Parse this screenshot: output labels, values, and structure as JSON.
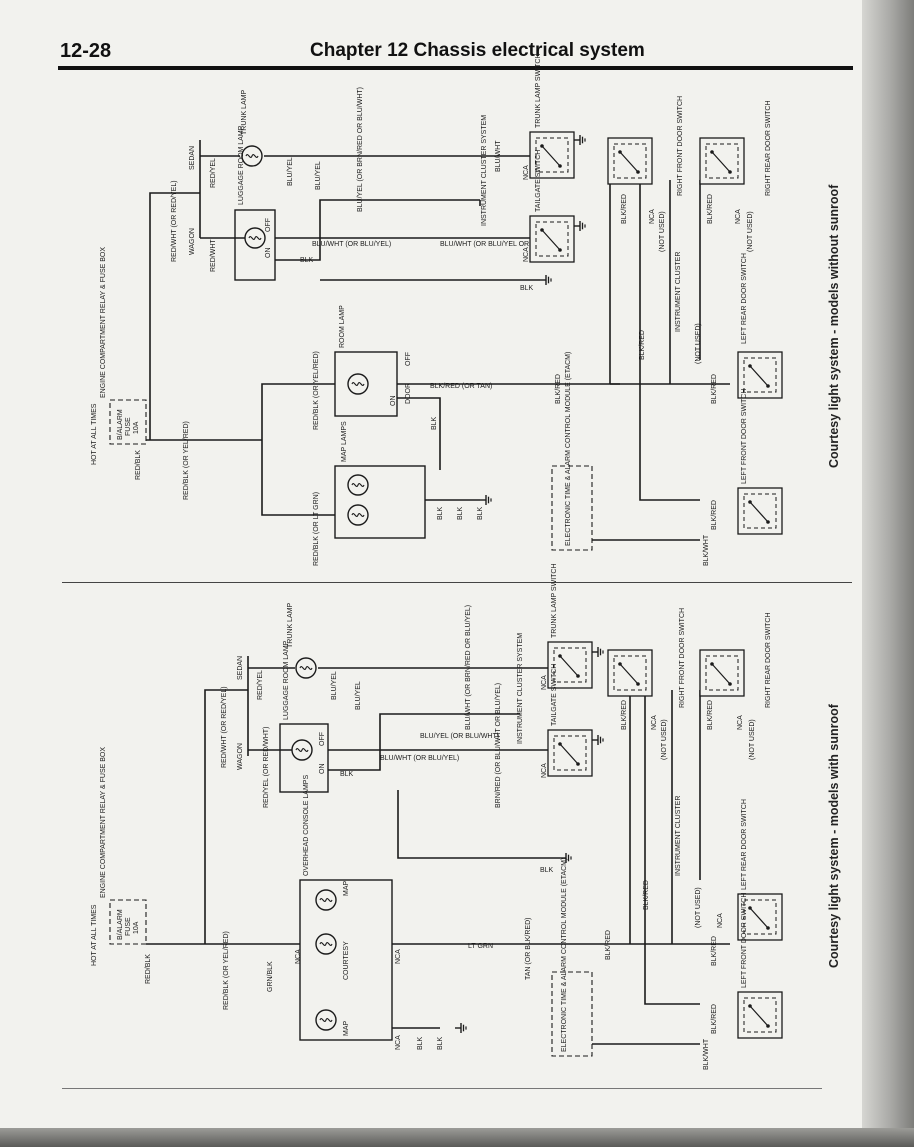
{
  "header": {
    "page_number": "12-28",
    "chapter": "Chapter 12  Chassis electrical system"
  },
  "top_diagram": {
    "caption": "Courtesy light system - models without sunroof",
    "labels": {
      "hot": "HOT AT ALL TIMES",
      "engine_box": "ENGINE COMPARTMENT RELAY & FUSE BOX",
      "b_alarm": "B/ALARM",
      "fuse": "FUSE",
      "fuse_amp": "10A",
      "red_blk": "RED/BLK",
      "red_blk_yel": "RED/BLK (OR YEL/RED)",
      "red_wht_yel": "RED/WHT (OR RED/YEL)",
      "sedan": "SEDAN",
      "wagon": "WAGON",
      "red_yel": "RED/YEL",
      "red_wht": "RED/WHT",
      "trunk_lamp": "TRUNK LAMP",
      "luggage_lamp": "LUGGAGE ROOM LAMP",
      "off": "OFF",
      "on": "ON",
      "blu_yel": "BLU/YEL",
      "blu_yel_alt": "BLU/YEL (OR BRN/RED OR BLU/WHT)",
      "blu_wht": "BLU/WHT",
      "blu_wht_alt": "BLU/WHT (OR BLU/YEL)",
      "blu_wht_alt2": "BLU/WHT (OR BLU/YEL OR BRN/RED)",
      "blk": "BLK",
      "instrument_cluster_system": "INSTRUMENT CLUSTER SYSTEM",
      "tailgate_switch": "TAILGATE SWITCH",
      "trunk_lamp_switch": "TRUNK LAMP SWITCH",
      "nca": "NCA",
      "room_lamp": "ROOM LAMP",
      "door": "DOOR",
      "red_blk_yel_red": "RED/BLK (OR YEL/RED)",
      "blk_red_tan": "BLK/RED (OR TAN)",
      "blk_red": "BLK/RED",
      "map_lamps": "MAP LAMPS",
      "red_blk_grn": "RED/BLK (OR LT GRN)",
      "etacm": "ELECTRONIC TIME & ALARM CONTROL MODULE (ETACM)",
      "blk_wht": "BLK/WHT",
      "instrument_cluster": "INSTRUMENT CLUSTER",
      "not_used": "(NOT USED)",
      "left_front": "LEFT FRONT DOOR SWITCH",
      "left_rear": "LEFT REAR DOOR SWITCH",
      "right_front": "RIGHT FRONT DOOR SWITCH",
      "right_rear": "RIGHT REAR DOOR SWITCH"
    }
  },
  "bottom_diagram": {
    "caption": "Courtesy light system - models with sunroof",
    "labels": {
      "hot": "HOT AT ALL TIMES",
      "engine_box": "ENGINE COMPARTMENT RELAY & FUSE BOX",
      "b_alarm": "B/ALARM",
      "fuse": "FUSE",
      "fuse_amp": "10A",
      "red_blk": "RED/BLK",
      "red_blk_yel": "RED/BLK (OR YEL/RED)",
      "grn_blk": "GRN/BLK",
      "red_yel_alt": "RED/YEL (OR RED/WHT)",
      "red_wht_yel": "RED/WHT (OR RED/YEL)",
      "sedan": "SEDAN",
      "wagon": "WAGON",
      "red_yel": "RED/YEL",
      "trunk_lamp": "TRUNK LAMP",
      "luggage_lamp": "LUGGAGE ROOM LAMP",
      "off": "OFF",
      "on": "ON",
      "blu_yel": "BLU/YEL",
      "blu_wht_alt": "BLU/WHT (OR BRN/RED OR BLU/YEL)",
      "blu_yel_alt": "BLU/YEL (OR BLU/WHT)",
      "blu_wht_blu_yel": "BLU/WHT (OR BLU/YEL)",
      "brn_red_alt": "BRN/RED (OR BLU/WHT OR BLU/YEL)",
      "blk": "BLK",
      "instrument_cluster_system": "INSTRUMENT CLUSTER SYSTEM",
      "tailgate_switch": "TAILGATE SWITCH",
      "trunk_lamp_switch": "TRUNK LAMP SWITCH",
      "nca": "NCA",
      "overhead": "OVERHEAD CONSOLE LAMPS",
      "map": "MAP",
      "courtesy": "COURTESY",
      "lt_grn": "LT GRN",
      "tan_blk_red": "TAN (OR BLK/RED)",
      "blk_red": "BLK/RED",
      "etacm": "ELECTRONIC TIME & ALARM CONTROL MODULE (ETACM)",
      "blk_wht": "BLK/WHT",
      "instrument_cluster": "INSTRUMENT CLUSTER",
      "not_used": "(NOT USED)",
      "left_front": "LEFT FRONT DOOR SWITCH",
      "left_rear": "LEFT REAR DOOR SWITCH",
      "right_front": "RIGHT FRONT DOOR SWITCH",
      "right_rear": "RIGHT REAR DOOR SWITCH"
    }
  }
}
